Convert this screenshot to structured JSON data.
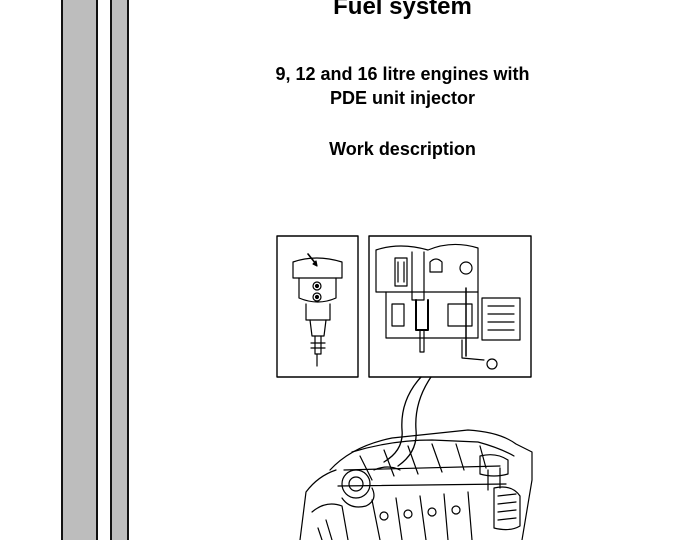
{
  "document": {
    "title": "Fuel system",
    "subtitle_line1": "9, 12 and 16 litre engines with",
    "subtitle_line2": "PDE unit injector",
    "section": "Work description"
  }
}
